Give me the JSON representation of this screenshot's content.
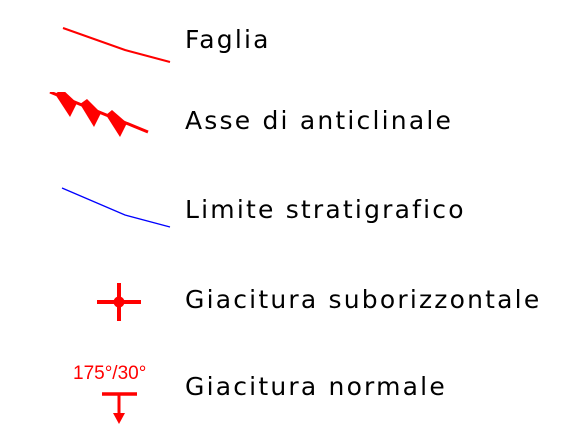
{
  "legend": {
    "items": [
      {
        "symbol": "fault-line-icon",
        "color": "#ff0000",
        "label": "Faglia"
      },
      {
        "symbol": "anticline-axis-icon",
        "color": "#ff0000",
        "label": "Asse di anticlinale"
      },
      {
        "symbol": "stratigraphic-boundary-icon",
        "color": "#0000ff",
        "label": "Limite stratigrafico"
      },
      {
        "symbol": "horizontal-bedding-icon",
        "color": "#ff0000",
        "label": "Giacitura suborizzontale"
      },
      {
        "symbol": "normal-bedding-icon",
        "color": "#ff0000",
        "label": "Giacitura normale",
        "attitude": "175°/30°"
      }
    ]
  }
}
